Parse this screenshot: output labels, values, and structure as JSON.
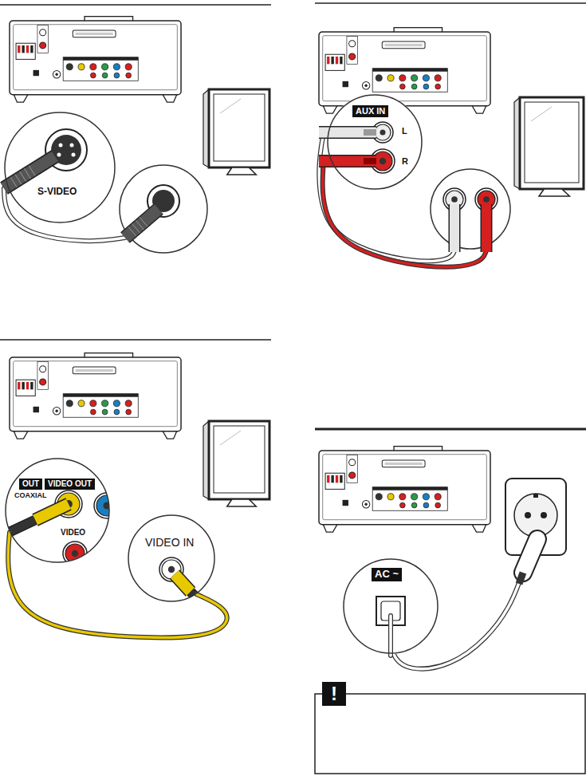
{
  "diagram": {
    "nodes": [
      {
        "text": [
          "S-VIDEO"
        ]
      },
      {
        "text": [
          "OUT",
          "VIDEO OUT",
          "COAXIAL",
          "VIDEO"
        ]
      },
      {
        "text": [
          "VIDEO IN"
        ]
      },
      {
        "text": [
          "AUX IN",
          "L",
          "R"
        ]
      },
      {
        "text": [
          "AC ~"
        ]
      }
    ],
    "edges": [
      {
        "from": 1,
        "to": 2,
        "arrow": "none"
      }
    ],
    "labels": [
      "!"
    ]
  }
}
